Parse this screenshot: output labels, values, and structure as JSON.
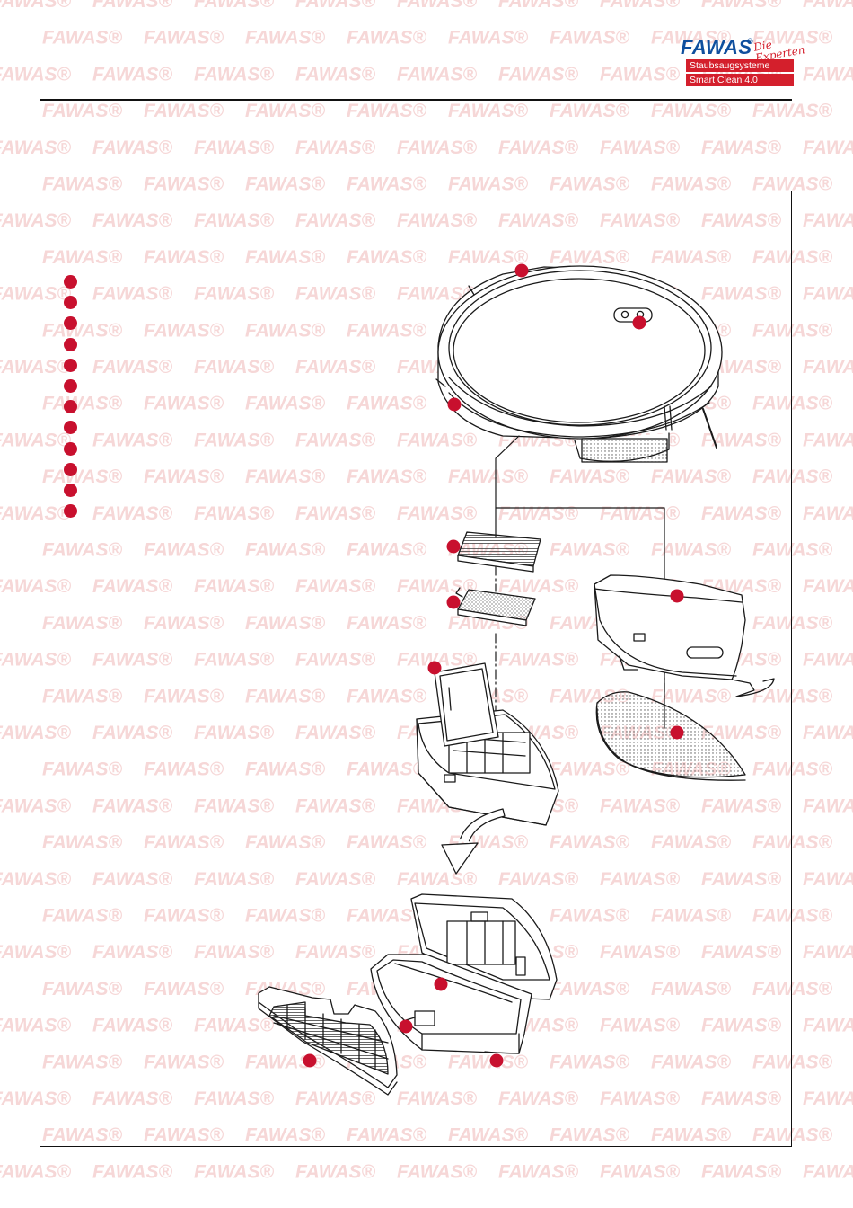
{
  "watermark": {
    "text": "FAWAS",
    "mark": "®",
    "color": "#f6d7d7"
  },
  "brand": {
    "name": "FAWAS",
    "registered": "®",
    "script": "Die Experten",
    "line1": "Staubsaugsysteme",
    "line2": "Smart Clean 4.0",
    "blue": "#0f4f9e",
    "red": "#d41f2c"
  },
  "legend": {
    "count": 12,
    "marker_color": "#c8102e"
  },
  "diagram": {
    "subject": "robot vacuum exploded view",
    "callout_color": "#c8102e",
    "parts": [
      "top-cover",
      "power-button",
      "robot-body",
      "hepa-filter",
      "sponge-filter",
      "dustbin-lid",
      "dustbin",
      "water-tank",
      "mop-pad",
      "dustbin-open",
      "filter-frame",
      "dustbin-latch",
      "dustbin-base"
    ]
  }
}
